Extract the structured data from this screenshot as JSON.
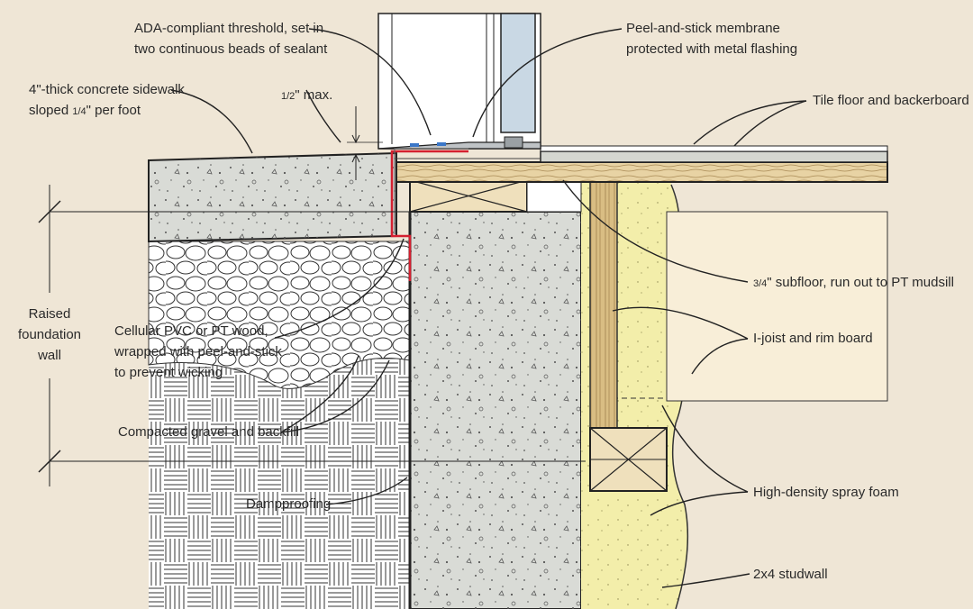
{
  "labels": {
    "threshold_l1": "ADA-compliant threshold, set in",
    "threshold_l2": "two continuous beads of sealant",
    "membrane_l1": "Peel-and-stick membrane",
    "membrane_l2": "protected with metal flashing",
    "sidewalk_l1": "4\"-thick concrete sidewalk",
    "sidewalk_l2_a": "sloped ",
    "sidewalk_l2_frac": "1/4",
    "sidewalk_l2_b": "\" per foot",
    "halfmax_frac": "1/2",
    "halfmax_rest": "\" max.",
    "tile": "Tile floor and backerboard",
    "subfloor_frac": "3/4",
    "subfloor_rest": "\" subfloor, run out to PT mudsill",
    "raised_l1": "Raised",
    "raised_l2": "foundation",
    "raised_l3": "wall",
    "pvc_l1": "Cellular PVC or PT wood,",
    "pvc_l2": "wrapped with peel-and-stick",
    "pvc_l3": "to prevent wicking",
    "ijoist": "I-joist and rim board",
    "gravel": "Compacted gravel and backfill",
    "spray": "High-density spray foam",
    "damp": "Dampproofing",
    "stud": "2x4 studwall"
  },
  "colors": {
    "background": "#efe6d6",
    "concrete": "#d9dbd6",
    "foam": "#f3eeaa",
    "wood": "#e8d3a4",
    "membrane": "#d42030",
    "ink": "#2a2a2a"
  }
}
